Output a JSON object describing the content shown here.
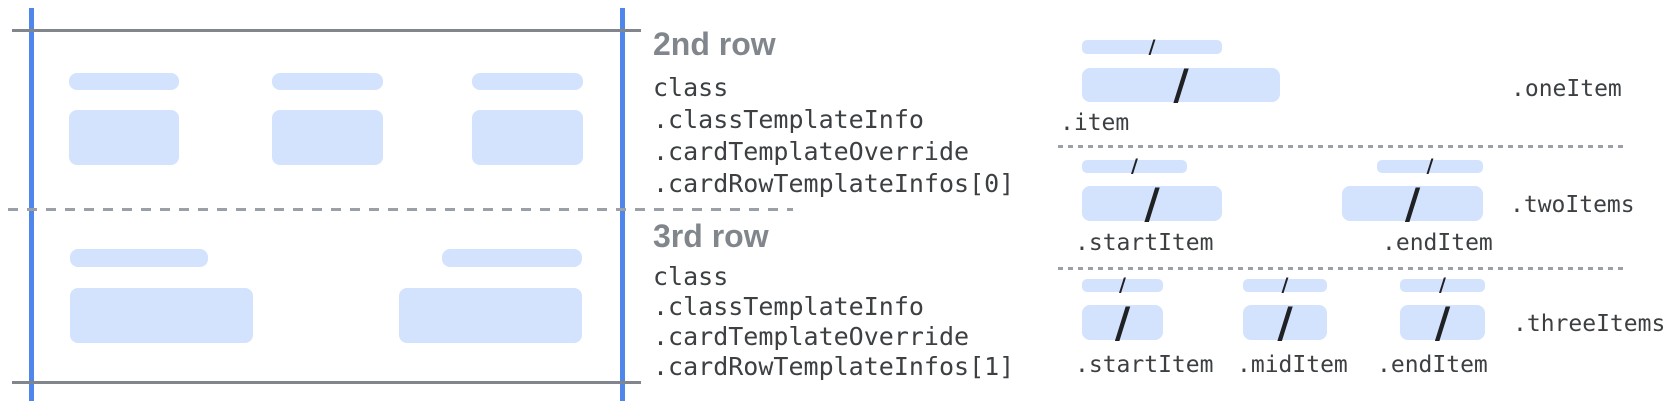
{
  "colors": {
    "bar_fill": "#d3e3fd",
    "guide_blue": "#4f86ec",
    "line_gray": "#80868b",
    "dash_gray": "#9aa0a6",
    "title_gray": "#80868b",
    "code_text": "#3c4043",
    "slash_color": "#202124"
  },
  "slash_glyph": "/",
  "rows": [
    {
      "title": "2nd row",
      "code": [
        "class",
        ".classTemplateInfo",
        ".cardTemplateOverride",
        ".cardRowTemplateInfos[0]"
      ]
    },
    {
      "title": "3rd row",
      "code": [
        "class",
        ".classTemplateInfo",
        ".cardTemplateOverride",
        ".cardRowTemplateInfos[1]"
      ]
    }
  ],
  "templates": [
    {
      "name": ".oneItem",
      "item_labels": [
        ".item"
      ]
    },
    {
      "name": ".twoItems",
      "item_labels": [
        ".startItem",
        ".endItem"
      ]
    },
    {
      "name": ".threeItems",
      "item_labels": [
        ".startItem",
        ".midItem",
        ".endItem"
      ]
    }
  ]
}
